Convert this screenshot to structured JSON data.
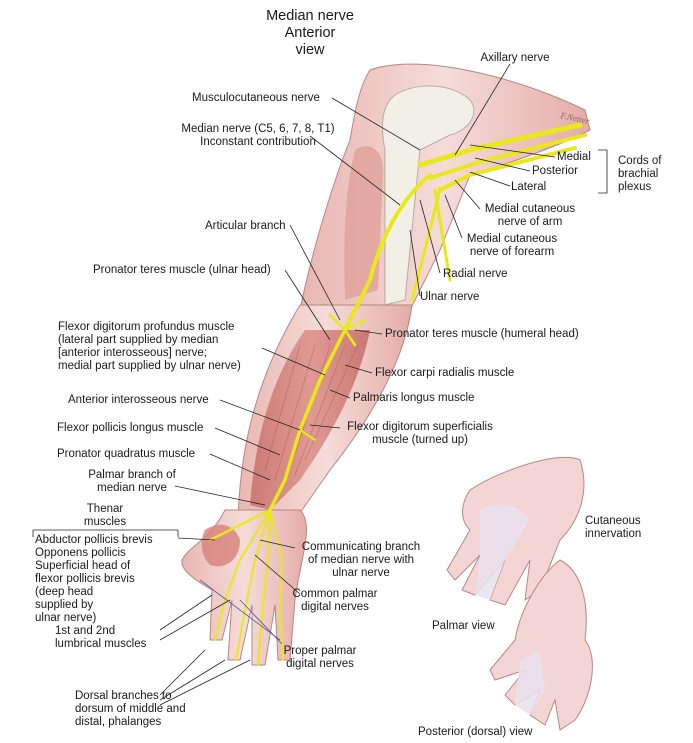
{
  "title": "Median nerve\nAnterior\nview",
  "labels": {
    "axillary": "Axillary nerve",
    "musculocutaneous": "Musculocutaneous nerve",
    "median": "Median nerve (C5, 6, 7, 8, T1)\nInconstant contribution",
    "medial_cord": "Medial",
    "posterior_cord": "Posterior",
    "lateral_cord": "Lateral",
    "cords": "Cords of\nbrachial\nplexus",
    "med_cut_arm": "Medial cutaneous\nnerve of arm",
    "med_cut_forearm": "Medial cutaneous\nnerve of forearm",
    "radial": "Radial nerve",
    "ulnar": "Ulnar nerve",
    "articular": "Articular branch",
    "pronator_ulnar": "Pronator teres muscle (ulnar head)",
    "pronator_humeral": "Pronator teres muscle (humeral head)",
    "fdp": "Flexor digitorum profundus muscle\n(lateral part supplied by median\n[anterior interosseous] nerve;\nmedial part supplied by ulnar nerve)",
    "fcr": "Flexor carpi radialis muscle",
    "palmaris": "Palmaris longus muscle",
    "ant_interosseous": "Anterior interosseous nerve",
    "fds": "Flexor digitorum superficialis\nmuscle (turned up)",
    "fpl": "Flexor pollicis longus muscle",
    "pronator_quad": "Pronator quadratus muscle",
    "palmar_branch": "Palmar branch of\nmedian nerve",
    "thenar": "Thenar\nmuscles",
    "thenar_list": "Abductor pollicis brevis\nOpponens pollicis\nSuperficial head of\nflexor pollicis brevis\n(deep head\nsupplied by\nulnar nerve)",
    "communicating": "Communicating branch\nof median nerve with\nulnar nerve",
    "common_palmar": "Common palmar\ndigital nerves",
    "lumbricals": "1st and 2nd\nlumbrical muscles",
    "proper_palmar": "Proper palmar\ndigital nerves",
    "dorsal_branches": "Dorsal branches to\ndorsum of middle and\ndistal, phalanges",
    "cutaneous": "Cutaneous\ninnervation",
    "palmar_view": "Palmar view",
    "posterior_view": "Posterior (dorsal) view",
    "watermark": "F.Netter"
  },
  "colors": {
    "nerve": "#e8e81a",
    "skin": "#f2d2cf",
    "muscle": "#d98a84",
    "bone": "#f0eee6",
    "cutaneous_area": "#e8e0ee",
    "leader": "#222222",
    "blue_leader": "#5a5aa8"
  }
}
